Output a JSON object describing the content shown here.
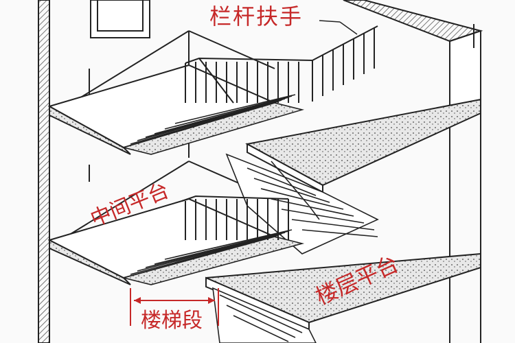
{
  "labels": {
    "railing": "栏杆扶手",
    "mid_landing": "中间平台",
    "floor_landing": "楼层平台",
    "stair_flight": "楼梯段"
  },
  "colors": {
    "line": "#222222",
    "callout": "#c62828",
    "hatch": "#555555",
    "paper": "#fafafa"
  }
}
